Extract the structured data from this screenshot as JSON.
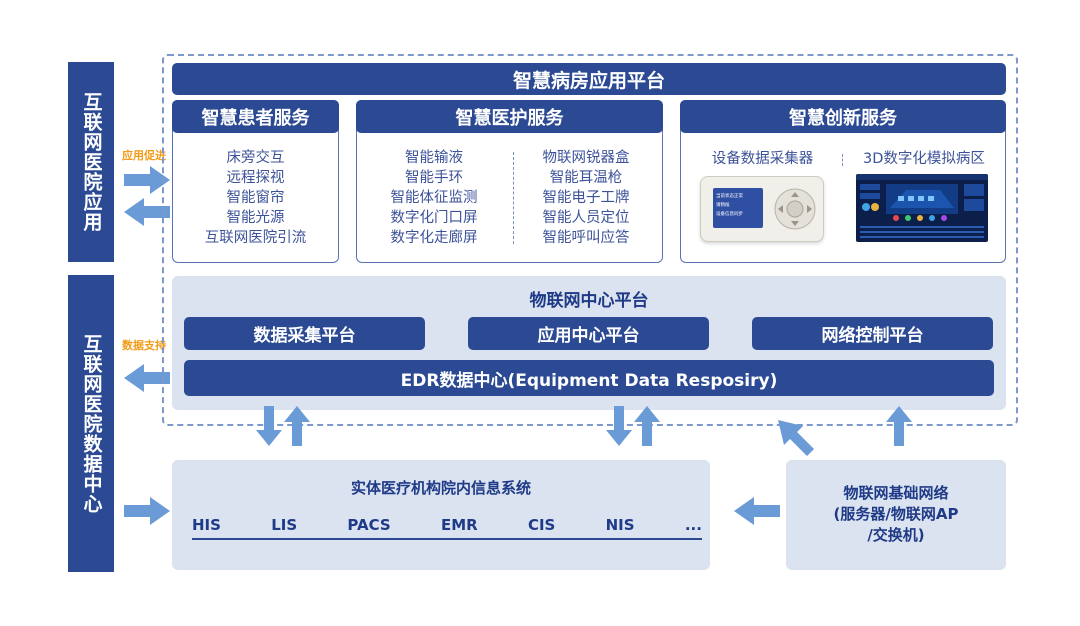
{
  "left_labels": {
    "internet_hospital_app": "互联网医院应用",
    "internet_hospital_data_center": "互联网医院数据中心",
    "app_promotion": "应用促进",
    "data_support": "数据支持"
  },
  "app_platform": {
    "title": "智慧病房应用平台",
    "patient": {
      "title": "智慧患者服务",
      "items": [
        "床旁交互",
        "远程探视",
        "智能窗帘",
        "智能光源",
        "互联网医院引流"
      ]
    },
    "care": {
      "title": "智慧医护服务",
      "left_items": [
        "智能输液",
        "智能手环",
        "智能体征监测",
        "数字化门口屏",
        "数字化走廊屏"
      ],
      "right_items": [
        "物联网锐器盒",
        "智能耳温枪",
        "智能电子工牌",
        "智能人员定位",
        "智能呼叫应答"
      ]
    },
    "innovation": {
      "title": "智慧创新服务",
      "collector_label": "设备数据采集器",
      "model_label": "3D数字化模拟病区",
      "device_screen_lines": [
        "当前状态正常",
        "请稍候",
        "设备信息同步"
      ]
    }
  },
  "iot_platform": {
    "title": "物联网中心平台",
    "sub": [
      "数据采集平台",
      "应用中心平台",
      "网络控制平台"
    ],
    "edr": "EDR数据中心(Equipment Data Resposiry)"
  },
  "hospital_system": {
    "title": "实体医疗机构院内信息系统",
    "items": [
      "HIS",
      "LIS",
      "PACS",
      "EMR",
      "CIS",
      "NIS",
      "..."
    ]
  },
  "iot_network": {
    "lines": [
      "物联网基础网络",
      "(服务器/物联网AP",
      "/交换机)"
    ]
  },
  "colors": {
    "navy": "#2c4a93",
    "panel": "#dbe3f0",
    "arrow": "#6b9bd6",
    "orange": "#f29b18",
    "dashed_border": "#7c98cc"
  }
}
